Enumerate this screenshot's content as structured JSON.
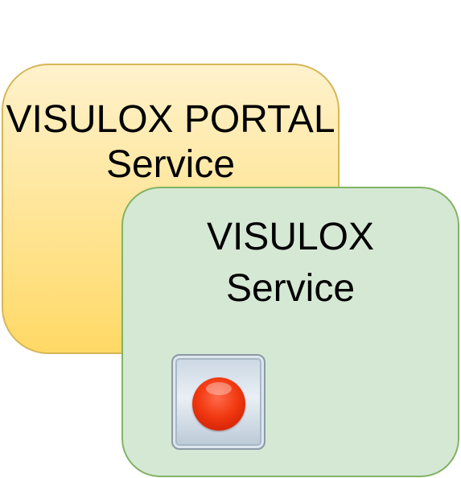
{
  "portal": {
    "title_line1": "VISULOX PORTAL",
    "title_line2": "Service"
  },
  "service": {
    "title_line1": "VISULOX",
    "title_line2": "Service"
  },
  "controls": {
    "record_button_icon": "record-icon"
  },
  "colors": {
    "portal_fill_top": "#fff2cc",
    "portal_fill_bottom": "#ffd966",
    "portal_border": "#d6b656",
    "service_fill": "#d5e8d4",
    "service_border": "#82b366",
    "record_red": "#f23a12"
  }
}
